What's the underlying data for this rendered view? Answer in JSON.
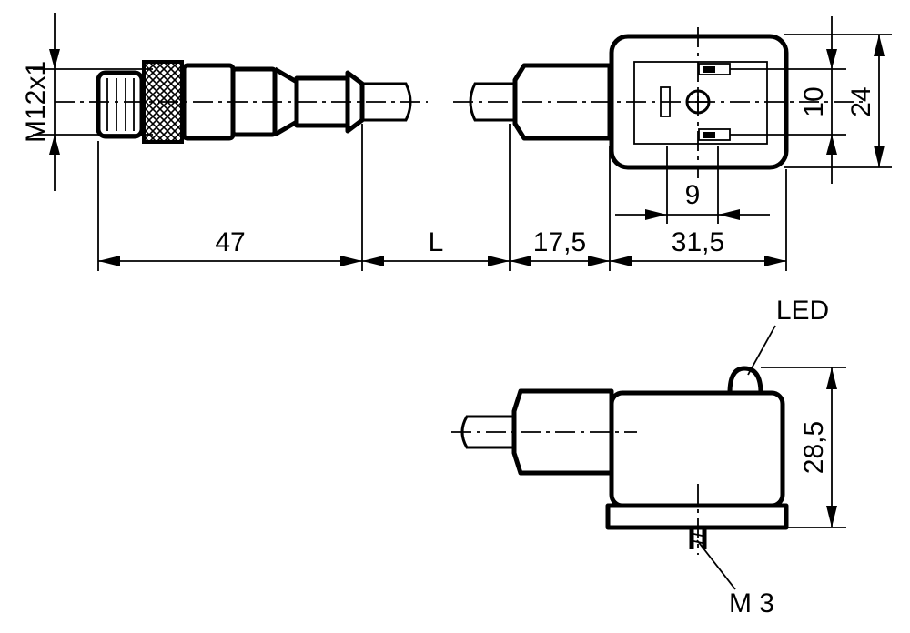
{
  "labels": {
    "thread": "M12x1",
    "dim_47": "47",
    "dim_L": "L",
    "dim_17_5": "17,5",
    "dim_31_5": "31,5",
    "dim_9": "9",
    "dim_10": "10",
    "dim_24": "24",
    "dim_28_5": "28,5",
    "led": "LED",
    "screw": "M 3"
  },
  "colors": {
    "line": "#000000",
    "background": "#ffffff"
  }
}
